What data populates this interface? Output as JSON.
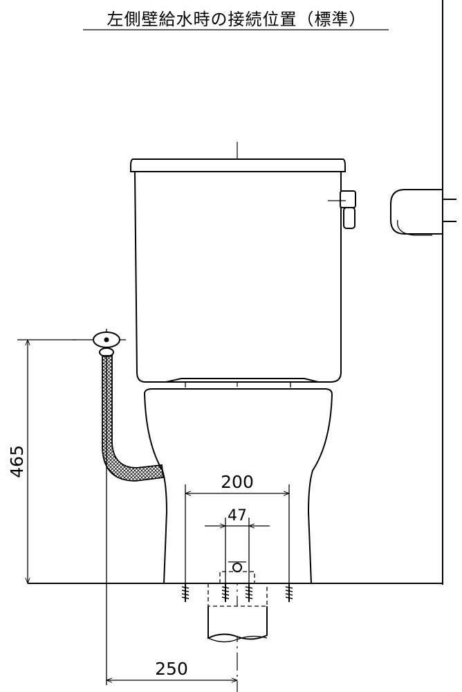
{
  "title": "左側壁給水時の接続位置（標準）",
  "dimensions": {
    "height_supply": "465",
    "bowl_bolt_span": "200",
    "drain_bolt_span": "47",
    "supply_offset": "250"
  },
  "colors": {
    "line": "#000000",
    "background": "#ffffff"
  }
}
